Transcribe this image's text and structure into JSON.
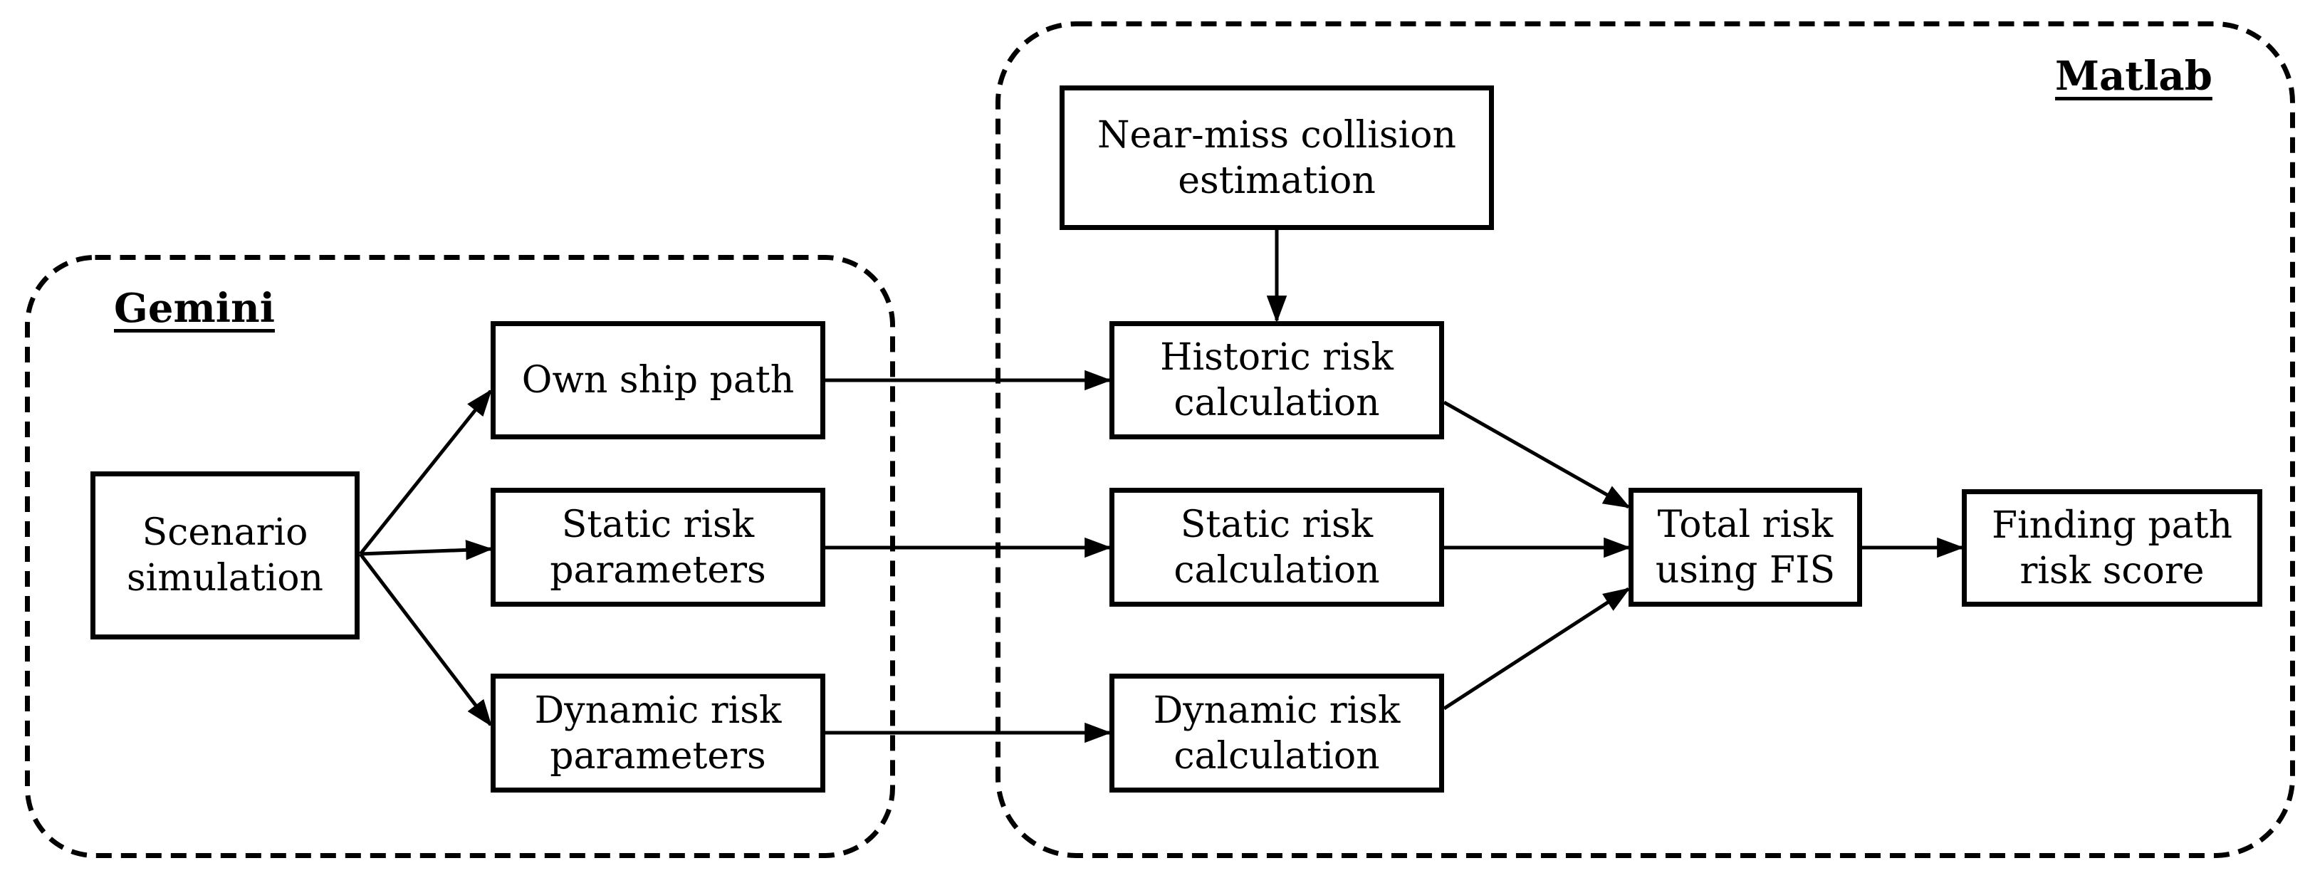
{
  "diagram": {
    "groups": [
      {
        "id": "gemini",
        "label": "Gemini"
      },
      {
        "id": "matlab",
        "label": "Matlab"
      }
    ],
    "nodes": [
      {
        "id": "scenario-simulation",
        "label": "Scenario simulation",
        "group": "Gemini"
      },
      {
        "id": "own-ship-path",
        "label": "Own ship path",
        "group": "Gemini"
      },
      {
        "id": "static-risk-parameters",
        "label": "Static risk parameters",
        "group": "Gemini"
      },
      {
        "id": "dynamic-risk-parameters",
        "label": "Dynamic risk parameters",
        "group": "Gemini"
      },
      {
        "id": "near-miss-collision-estimation",
        "label": "Near-miss collision estimation",
        "group": "Matlab"
      },
      {
        "id": "historic-risk-calculation",
        "label": "Historic risk calculation",
        "group": "Matlab"
      },
      {
        "id": "static-risk-calculation",
        "label": "Static risk calculation",
        "group": "Matlab"
      },
      {
        "id": "dynamic-risk-calculation",
        "label": "Dynamic risk calculation",
        "group": "Matlab"
      },
      {
        "id": "total-risk-using-fis",
        "label": "Total risk using FIS",
        "group": "Matlab"
      },
      {
        "id": "finding-path-risk-score",
        "label": "Finding path risk score",
        "group": "Matlab"
      }
    ],
    "edges": [
      {
        "from": "scenario-simulation",
        "to": "own-ship-path"
      },
      {
        "from": "scenario-simulation",
        "to": "static-risk-parameters"
      },
      {
        "from": "scenario-simulation",
        "to": "dynamic-risk-parameters"
      },
      {
        "from": "own-ship-path",
        "to": "historic-risk-calculation"
      },
      {
        "from": "static-risk-parameters",
        "to": "static-risk-calculation"
      },
      {
        "from": "dynamic-risk-parameters",
        "to": "dynamic-risk-calculation"
      },
      {
        "from": "near-miss-collision-estimation",
        "to": "historic-risk-calculation"
      },
      {
        "from": "historic-risk-calculation",
        "to": "total-risk-using-fis"
      },
      {
        "from": "static-risk-calculation",
        "to": "total-risk-using-fis"
      },
      {
        "from": "dynamic-risk-calculation",
        "to": "total-risk-using-fis"
      },
      {
        "from": "total-risk-using-fis",
        "to": "finding-path-risk-score"
      }
    ],
    "colors": {
      "line": "#000000",
      "box_fill": "#ffffff",
      "text": "#000000",
      "background": "#ffffff"
    }
  }
}
